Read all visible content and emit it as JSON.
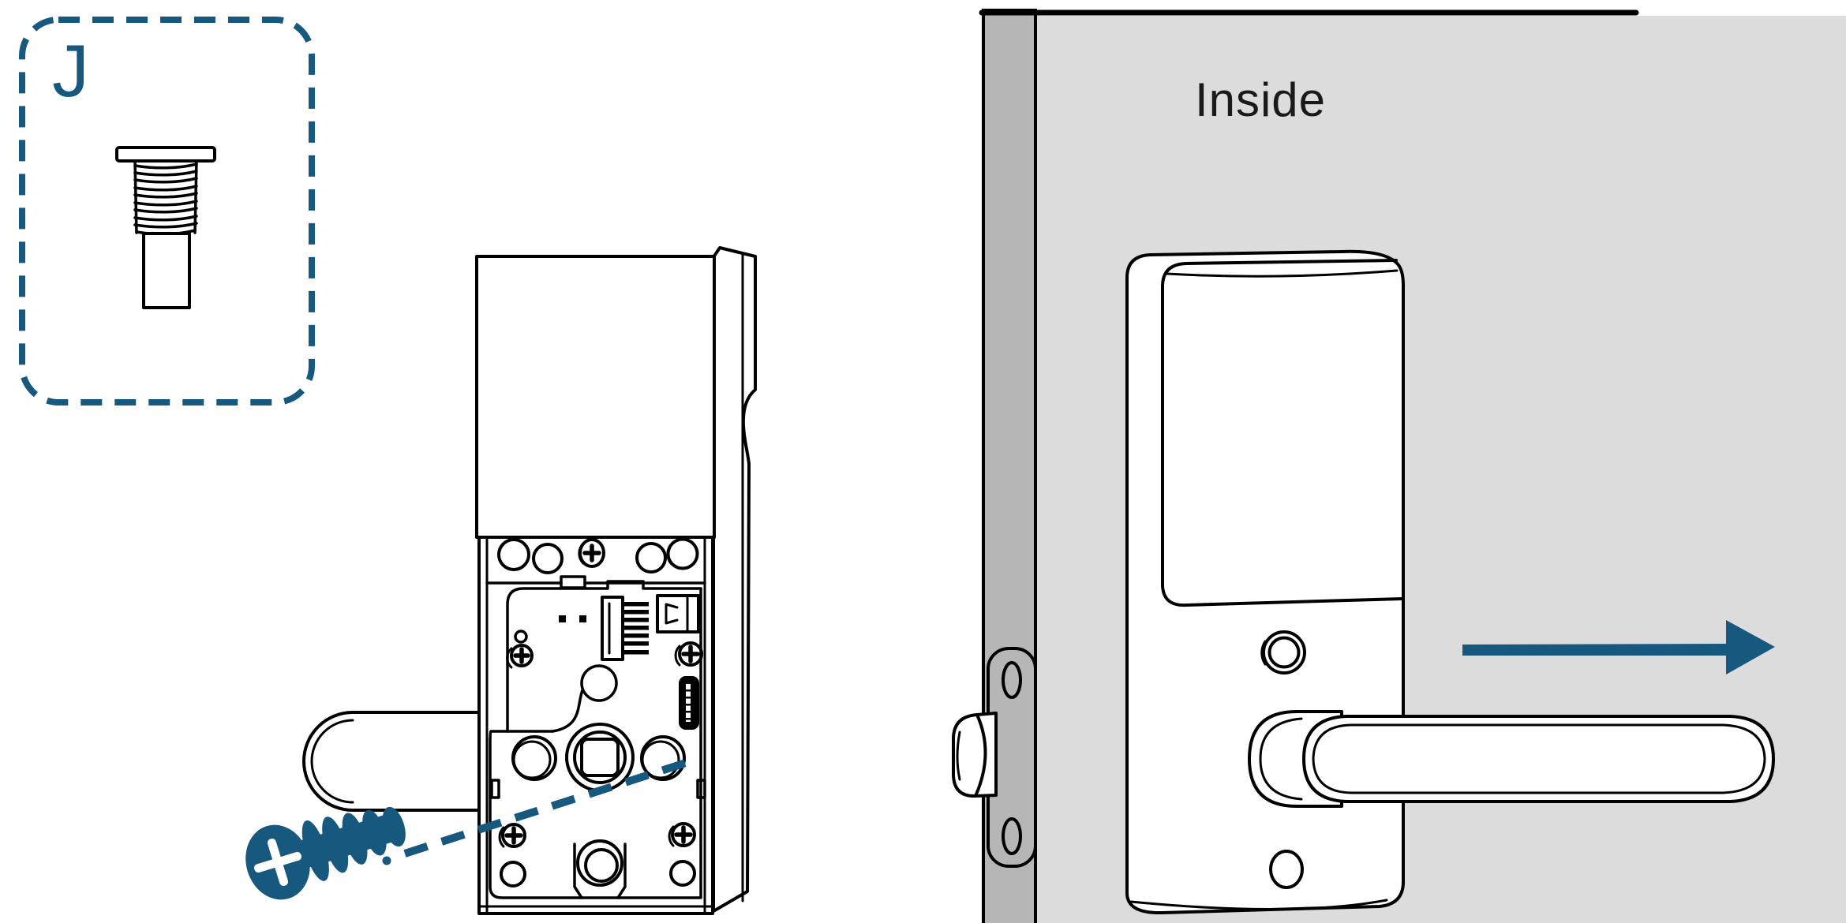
{
  "diagram": {
    "title": "Smart lock installation step illustration",
    "parts_box": {
      "label": "J",
      "part": "machine-screw"
    },
    "door": {
      "side_label": "Inside"
    },
    "annotations": {
      "screw_guide": "dash-dot insertion line from mounting screw into interior assembly",
      "direction_arrow": "arrow pointing right across the door"
    }
  },
  "icons": {
    "part_screw": "machine-screw-icon",
    "mounting_screw": "phillips-screw-icon",
    "direction_arrow": "arrow-right-icon",
    "latch": "door-latch-icon"
  },
  "colors": {
    "accent": "#17587F",
    "door_panel": "#DCDCDD",
    "door_edge": "#B6B6B7",
    "line": "#000000",
    "text": "#1A1A1A",
    "background": "#FFFFFF"
  }
}
